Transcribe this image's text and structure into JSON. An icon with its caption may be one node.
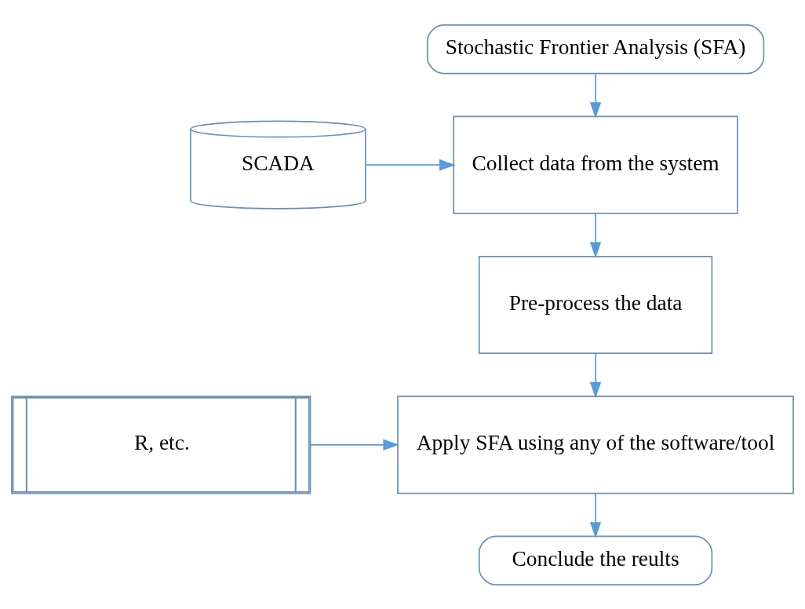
{
  "diagram": {
    "nodes": [
      {
        "text": [
          "Stochastic Frontier Analysis (SFA)"
        ]
      },
      {
        "text": [
          "Collect data from the system"
        ]
      },
      {
        "text": [
          "SCADA"
        ]
      },
      {
        "text": [
          "Pre-process the data"
        ]
      },
      {
        "text": [
          "Apply SFA using any of the software/tool"
        ]
      },
      {
        "text": [
          "R, etc."
        ]
      },
      {
        "text": [
          "Conclude the reults"
        ]
      }
    ],
    "edges": [
      {
        "from": 0,
        "to": 1,
        "arrow": "to"
      },
      {
        "from": 2,
        "to": 1,
        "arrow": "to"
      },
      {
        "from": 1,
        "to": 3,
        "arrow": "to"
      },
      {
        "from": 3,
        "to": 4,
        "arrow": "to"
      },
      {
        "from": 5,
        "to": 4,
        "arrow": "to"
      },
      {
        "from": 4,
        "to": 6,
        "arrow": "to"
      }
    ]
  }
}
